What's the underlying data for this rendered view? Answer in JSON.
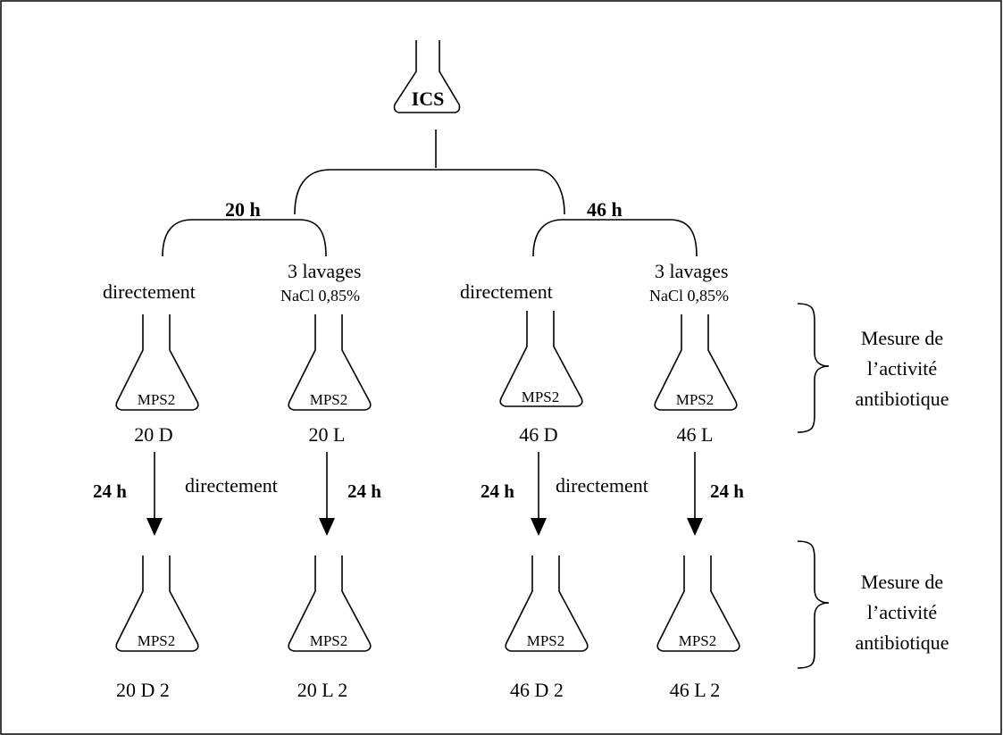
{
  "source": {
    "label": "ICS"
  },
  "branches": [
    {
      "time": "20 h"
    },
    {
      "time": "46 h"
    }
  ],
  "treatments": {
    "direct": "directement",
    "wash_line1": "3 lavages",
    "wash_line2": "NaCl 0,85%"
  },
  "medium": "MPS2",
  "first_stage": {
    "flasks": [
      "20 D",
      "20 L",
      "46 D",
      "46 L"
    ]
  },
  "transfer": {
    "time": "24 h",
    "note": "directement"
  },
  "second_stage": {
    "flasks": [
      "20 D 2",
      "20 L 2",
      "46 D 2",
      "46 L 2"
    ]
  },
  "measurement": {
    "line1": "Mesure de",
    "line2": "l’activité",
    "line3": "antibiotique"
  }
}
